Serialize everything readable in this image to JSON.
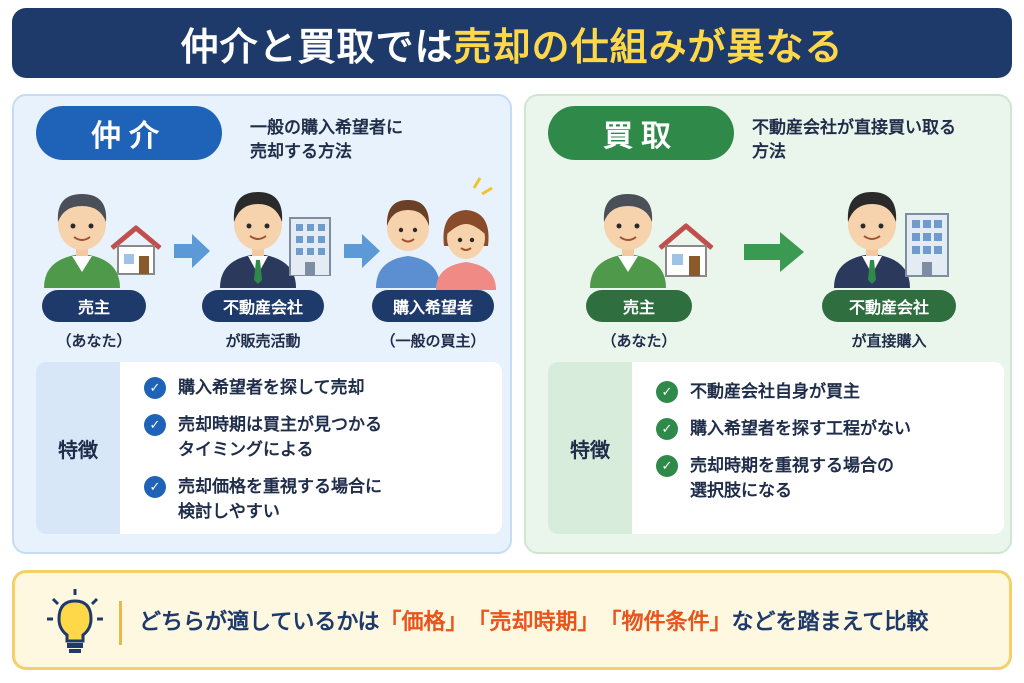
{
  "title": {
    "part1": "仲介と買取では",
    "part2": "売却の仕組みが異なる"
  },
  "brokerage": {
    "heading": "仲介",
    "description_line1": "一般の購入希望者に",
    "description_line2": "売却する方法",
    "actors": [
      {
        "label": "売主",
        "sub": "（あなた）"
      },
      {
        "label": "不動産会社",
        "sub": "が販売活動"
      },
      {
        "label": "購入希望者",
        "sub": "（一般の買主）"
      }
    ],
    "features_label": "特徴",
    "features": [
      "購入希望者を探して売却",
      "売却時期は買主が見つかる\nタイミングによる",
      "売却価格を重視する場合に\n検討しやすい"
    ]
  },
  "purchase": {
    "heading": "買取",
    "description_line1": "不動産会社が直接買い取る",
    "description_line2": "方法",
    "actors": [
      {
        "label": "売主",
        "sub": "（あなた）"
      },
      {
        "label": "不動産会社",
        "sub": "が直接購入"
      }
    ],
    "features_label": "特徴",
    "features": [
      "不動産会社自身が買主",
      "購入希望者を探す工程がない",
      "売却時期を重視する場合の\n選択肢になる"
    ]
  },
  "footer": {
    "text_before": "どちらが適しているかは",
    "kw1": "「価格」",
    "kw2": "「売却時期」",
    "kw3": "「物件条件」",
    "text_after": "などを踏まえて比較"
  },
  "colors": {
    "navy": "#1e3a6b",
    "blue": "#1f63b8",
    "green": "#2f8a4a",
    "highlight_yellow": "#ffd84a",
    "keyword_orange": "#e8541c"
  },
  "icons": [
    "person-icon",
    "house-icon",
    "building-icon",
    "arrow-right-icon",
    "check-icon",
    "lightbulb-icon"
  ]
}
